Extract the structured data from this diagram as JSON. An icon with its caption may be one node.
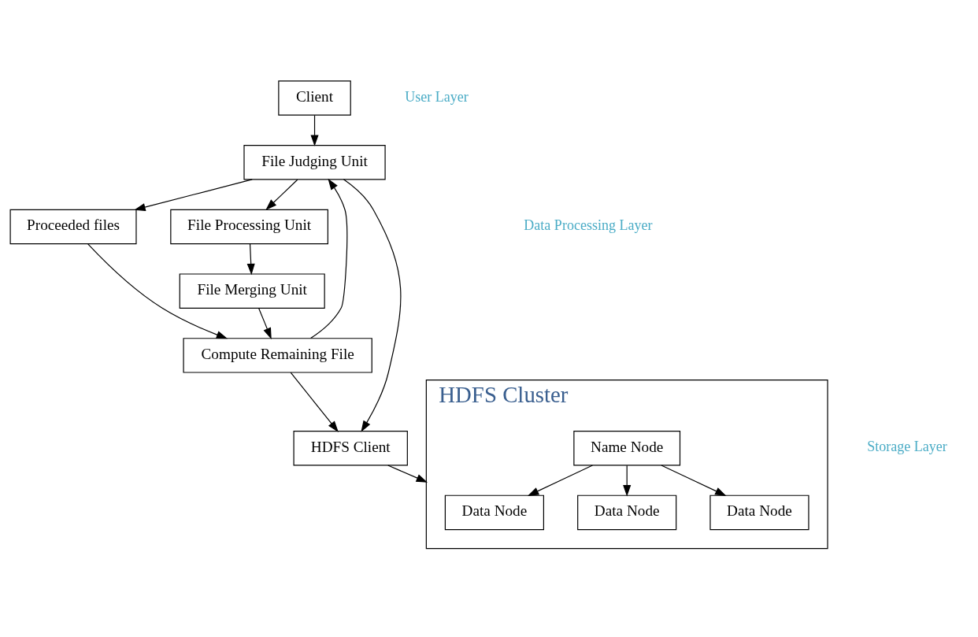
{
  "diagram": {
    "nodes": [
      {
        "text": [
          "Client"
        ]
      },
      {
        "text": [
          "File Processing Unit"
        ]
      },
      {
        "text": [
          "File Judging Unit"
        ]
      },
      {
        "text": [
          "Proceeded files"
        ]
      },
      {
        "text": [
          "File Merging Unit"
        ]
      },
      {
        "text": [
          "Compute Remaining File"
        ]
      },
      {
        "text": [
          "HDFS Client"
        ]
      },
      {
        "text": [
          "HDFS Cluster"
        ]
      },
      {
        "text": [
          "Data Node"
        ],
        "in": 7
      },
      {
        "text": [
          "Data Node"
        ],
        "in": 7
      },
      {
        "text": [
          "Data Node"
        ],
        "in": 7
      },
      {
        "text": [
          "Name Node"
        ],
        "in": 7
      }
    ],
    "edges": [
      {
        "from": 0,
        "to": 2,
        "arrow": "to"
      },
      {
        "from": 2,
        "to": 1,
        "arrow": "to"
      },
      {
        "from": 1,
        "to": 4,
        "arrow": "to"
      },
      {
        "from": 2,
        "to": 3,
        "arrow": "to"
      },
      {
        "from": 3,
        "to": 5,
        "arrow": "to"
      },
      {
        "from": 5,
        "to": 2,
        "arrow": "to"
      },
      {
        "from": 4,
        "to": 5,
        "arrow": "to"
      },
      {
        "from": 5,
        "to": 6,
        "arrow": "to"
      },
      {
        "from": 2,
        "to": 6,
        "arrow": "to"
      },
      {
        "from": 6,
        "to": 7,
        "arrow": "to"
      },
      {
        "from": 11,
        "to": 8,
        "arrow": "to"
      },
      {
        "from": 11,
        "to": 9,
        "arrow": "to"
      },
      {
        "from": 11,
        "to": 10,
        "arrow": "to"
      }
    ],
    "labels": [
      "User Layer",
      "Data Processing Layer",
      "Storage Layer"
    ]
  }
}
